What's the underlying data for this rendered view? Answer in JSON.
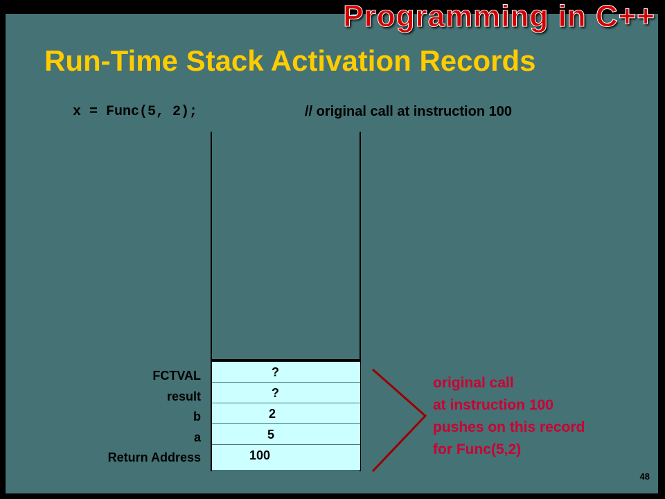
{
  "header": {
    "course_title": "Programming in C++",
    "slide_title": "Run-Time Stack Activation Records"
  },
  "code": {
    "statement": "x = Func(5, 2);",
    "comment": "// original call at instruction 100"
  },
  "stack": {
    "records": [
      {
        "label": "FCTVAL",
        "value": "?"
      },
      {
        "label": "result",
        "value": "?"
      },
      {
        "label": "b",
        "value": "2"
      },
      {
        "label": "a",
        "value": "5"
      },
      {
        "label": "Return Address",
        "value": "100"
      }
    ]
  },
  "annotation": {
    "lines": [
      "original call",
      "at instruction 100",
      "pushes on this record",
      "for Func(5,2)"
    ]
  },
  "footer": {
    "page_number": "48"
  },
  "colors": {
    "background": "#457274",
    "title": "#ffcc00",
    "note": "#cc0033",
    "cell": "#ccffff",
    "bracket": "#990000"
  }
}
